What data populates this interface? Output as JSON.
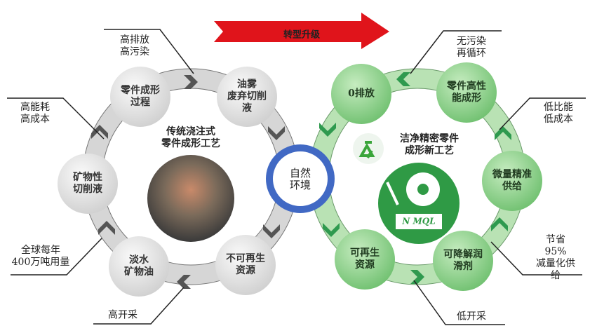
{
  "banner": {
    "label": "转型升级",
    "color": "#e0141b"
  },
  "left_cycle": {
    "title": "传统浇注式\n零件成形工艺",
    "nodes": [
      "零件成形\n过程",
      "油雾\n废弃切削\n液",
      "不可再生\n资源",
      "淡水\n矿物油",
      "矿物性\n切削液"
    ],
    "callouts": [
      "高排放\n高污染",
      "高能耗\n高成本",
      "全球每年\n400万吨用量",
      "高开采"
    ],
    "color": "#c9c9c9"
  },
  "center": {
    "label": "自然\n环境",
    "ring_color": "#4169c4"
  },
  "right_cycle": {
    "title": "洁净精密零件\n成形新工艺",
    "logo_text": "N MQL",
    "nodes": [
      "0排放",
      "零件高性\n能成形",
      "微量精准\n供给",
      "可降解润\n滑剂",
      "可再生\n资源"
    ],
    "callouts": [
      "无污染\n再循环",
      "低比能\n低成本",
      "节省95%\n减量化供给",
      "低开采"
    ],
    "color": "#8fd08f"
  }
}
